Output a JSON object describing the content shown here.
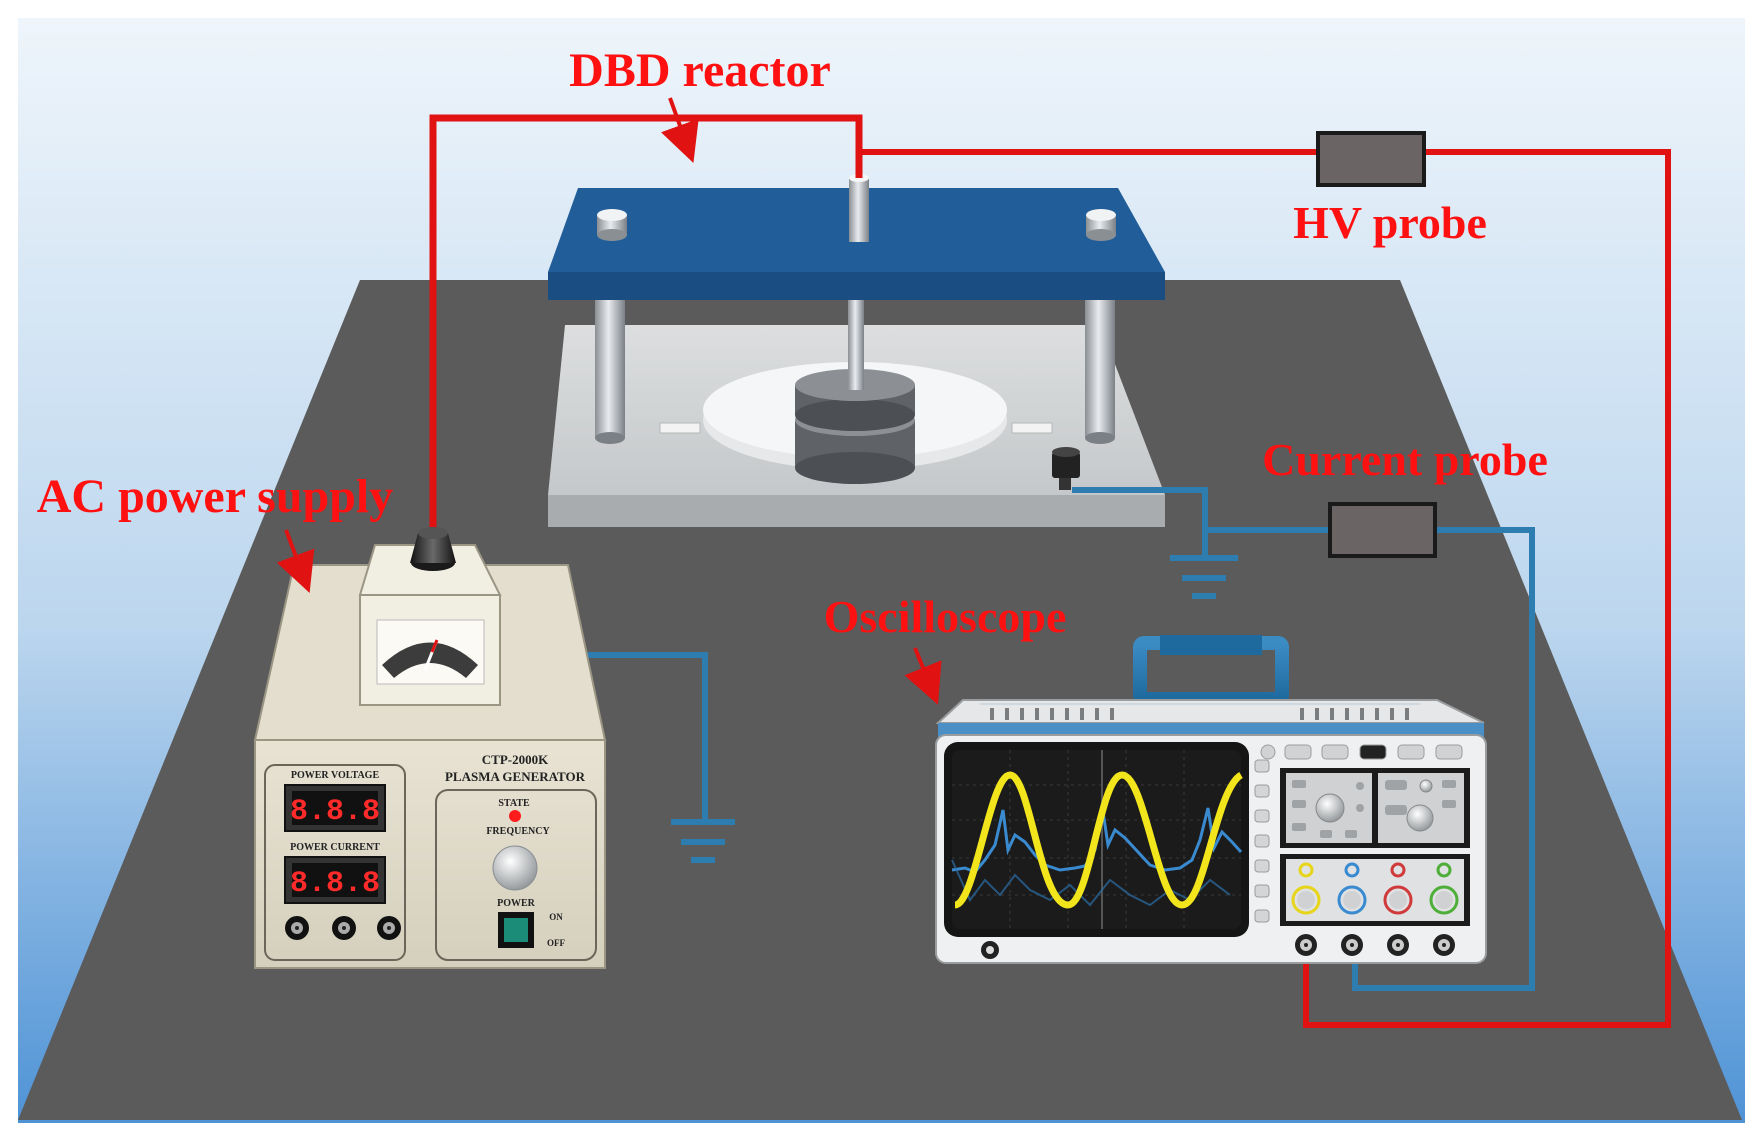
{
  "labels": {
    "dbd_reactor": "DBD reactor",
    "hv_probe": "HV probe",
    "current_probe": "Current probe",
    "ac_power_supply": "AC power supply",
    "oscilloscope": "Oscilloscope"
  },
  "power_supply": {
    "model": "CTP-2000K",
    "name": "PLASMA GENERATOR",
    "voltage_label": "POWER VOLTAGE",
    "voltage_display": "8.8.8",
    "current_label": "POWER CURRENT",
    "current_display": "8.8.8",
    "state_label": "STATE",
    "frequency_label": "FREQUENCY",
    "power_label": "POWER",
    "on_label": "ON",
    "off_label": "OFF"
  },
  "colors": {
    "hv_wire": "#e01212",
    "signal_wire": "#2d7db0",
    "label_red": "#ff1111",
    "table_top": "#5b5b5b",
    "reactor_plate": "#1f5b95",
    "trace_voltage": "#f2e51c",
    "trace_current": "#3a8ad0"
  },
  "icons": [
    "ground-symbol",
    "arrow-pointer",
    "power-switch",
    "frequency-knob",
    "state-led"
  ]
}
